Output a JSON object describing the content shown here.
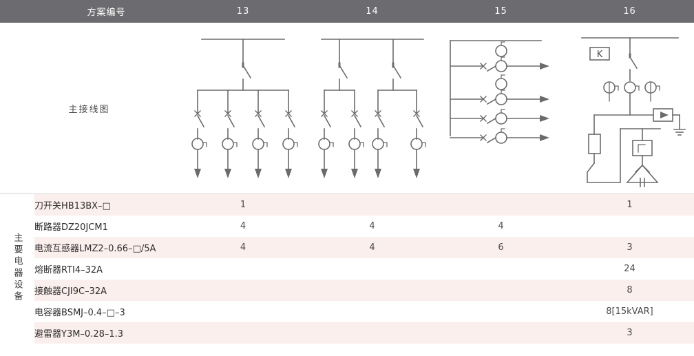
{
  "header": {
    "row_label": "方案编号",
    "columns": [
      "13",
      "14",
      "15",
      "16"
    ]
  },
  "diagram_row": {
    "label": "主接线图",
    "diagrams": [
      {
        "scheme": "13",
        "name": "single-incoming-four-feeder",
        "description": "单刀开关进线，四回路出线，每路断路器+电流互感器"
      },
      {
        "scheme": "14",
        "name": "dual-incoming-four-feeder",
        "description": "双刀开关进线，各带两回路出线，共四回路"
      },
      {
        "scheme": "15",
        "name": "vertical-bus-four-feeder",
        "description": "垂直母线四回路水平出线，带断路器及电流互感器"
      },
      {
        "scheme": "16",
        "name": "capacitor-compensation-bank",
        "description": "电容补偿柜：刀开关、三电流互感器、避雷器接地、熔断器、接触器、三角形接线电容器"
      }
    ],
    "annotations": {
      "contactor_box_label": "K"
    }
  },
  "side_label": "主要电器设备",
  "equipment_rows": [
    {
      "name": "刀开关HB13BX–□",
      "qty": [
        "1",
        "",
        "",
        "1"
      ]
    },
    {
      "name": "断路器DZ20JCM1",
      "qty": [
        "4",
        "4",
        "4",
        ""
      ]
    },
    {
      "name": "电流互感器LMZ2–0.66–□/5A",
      "qty": [
        "4",
        "4",
        "6",
        "3"
      ]
    },
    {
      "name": "熔断器RTI4–32A",
      "qty": [
        "",
        "",
        "",
        "24"
      ]
    },
    {
      "name": "接触器CJI9C–32A",
      "qty": [
        "",
        "",
        "",
        "8"
      ]
    },
    {
      "name": "电容器BSMJ–0.4–□–3",
      "qty": [
        "",
        "",
        "",
        "8[15kVAR]"
      ]
    },
    {
      "name": "避雷器Y3M–0.28–1.3",
      "qty": [
        "",
        "",
        "",
        "3"
      ]
    }
  ],
  "colors": {
    "header_bg": "#6c6c70",
    "header_text": "#ffffff",
    "stripe_pink": "#fbefed",
    "stripe_white": "#ffffff",
    "grid_line": "#d8d4d4",
    "diagram_stroke": "#6b6b6b",
    "text": "#2e2e2e"
  }
}
